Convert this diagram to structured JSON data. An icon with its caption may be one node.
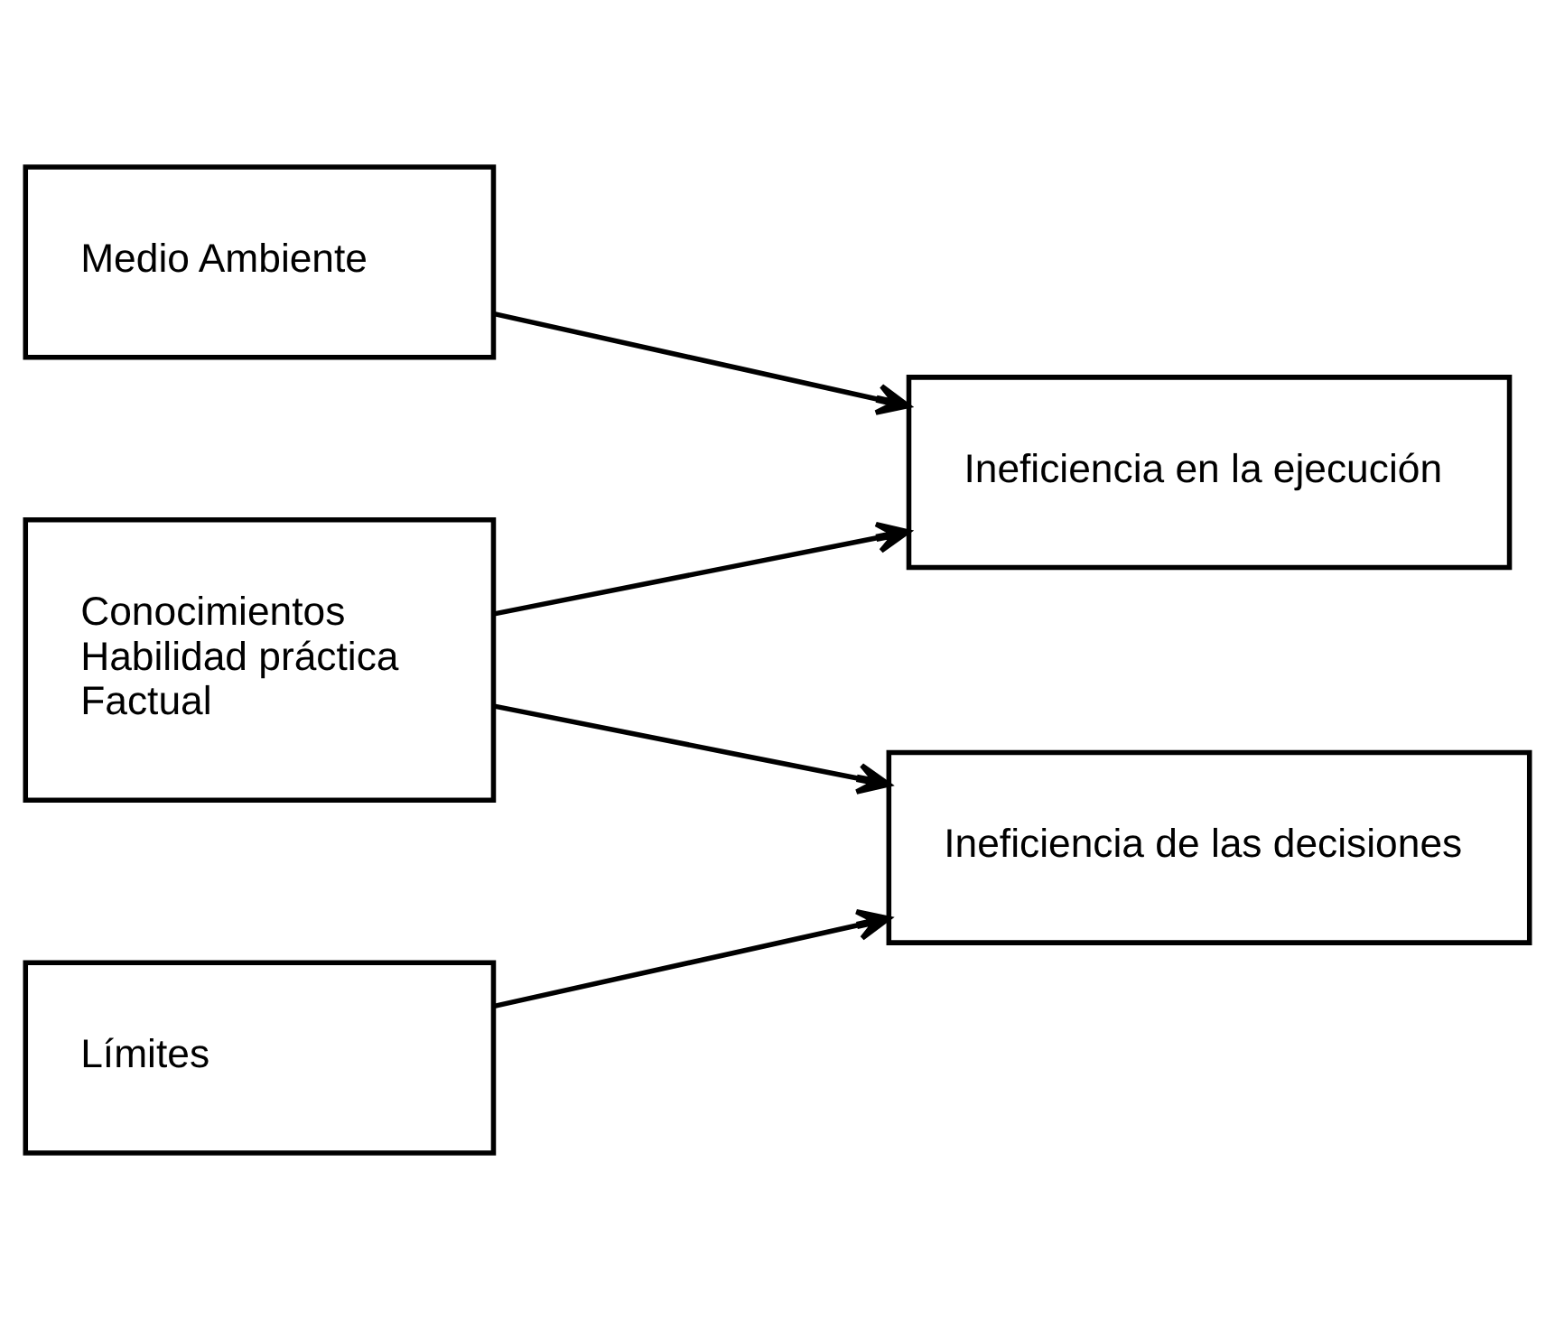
{
  "diagram": {
    "nodes": [
      {
        "text": [
          "Medio Ambiente"
        ]
      },
      {
        "text": [
          "Conocimientos",
          "Habilidad práctica",
          "Factual"
        ]
      },
      {
        "text": [
          "Límites"
        ]
      },
      {
        "text": [
          "Ineficiencia en la ejecución"
        ]
      },
      {
        "text": [
          "Ineficiencia de las decisiones"
        ]
      }
    ],
    "edges": [
      {
        "from": 0,
        "to": 3,
        "arrow": "to"
      },
      {
        "from": 1,
        "to": 3,
        "arrow": "to"
      },
      {
        "from": 1,
        "to": 4,
        "arrow": "to"
      },
      {
        "from": 2,
        "to": 4,
        "arrow": "to"
      }
    ]
  }
}
